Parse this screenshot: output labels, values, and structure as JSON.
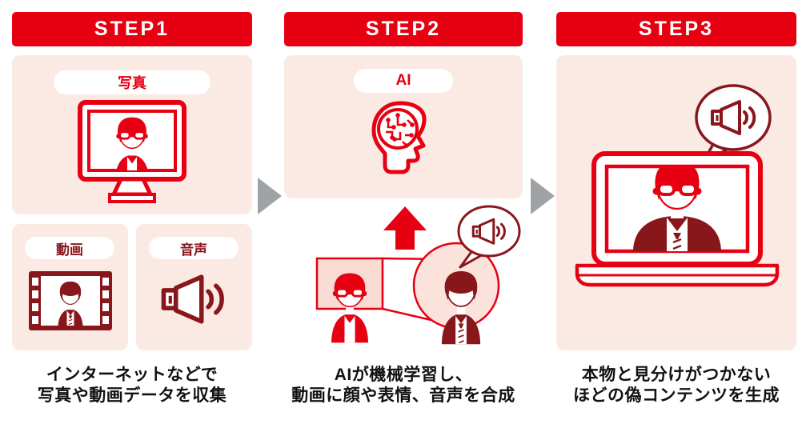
{
  "diagram_title": "deepfake-generation-process",
  "colors": {
    "brand_red": "#e60012",
    "dark_red": "#88171c",
    "panel_pink": "#fbe9e3",
    "highlight_pink": "#f8dcd4",
    "arrow_gray": "#a0a3a5",
    "caption_black": "#111111"
  },
  "icons": {
    "monitor": "monitor-with-person-icon",
    "film": "film-strip-person-icon",
    "speaker": "speaker-icon",
    "ai_head": "ai-circuit-head-icon",
    "up_arrow": "up-arrow-icon",
    "bubble": "speech-bubble-speaker-icon",
    "laptop": "laptop-with-person-icon",
    "step_arrow": "right-arrow-icon"
  },
  "steps": [
    {
      "header": "STEP1",
      "labels": {
        "photo": "写真",
        "video": "動画",
        "audio": "音声"
      },
      "caption": [
        "インターネットなどで",
        "写真や動画データを収集"
      ]
    },
    {
      "header": "STEP2",
      "labels": {
        "ai": "AI"
      },
      "caption": [
        "AIが機械学習し、",
        "動画に顔や表情、音声を合成"
      ]
    },
    {
      "header": "STEP3",
      "caption": [
        "本物と見分けがつかない",
        "ほどの偽コンテンツを生成"
      ]
    }
  ]
}
